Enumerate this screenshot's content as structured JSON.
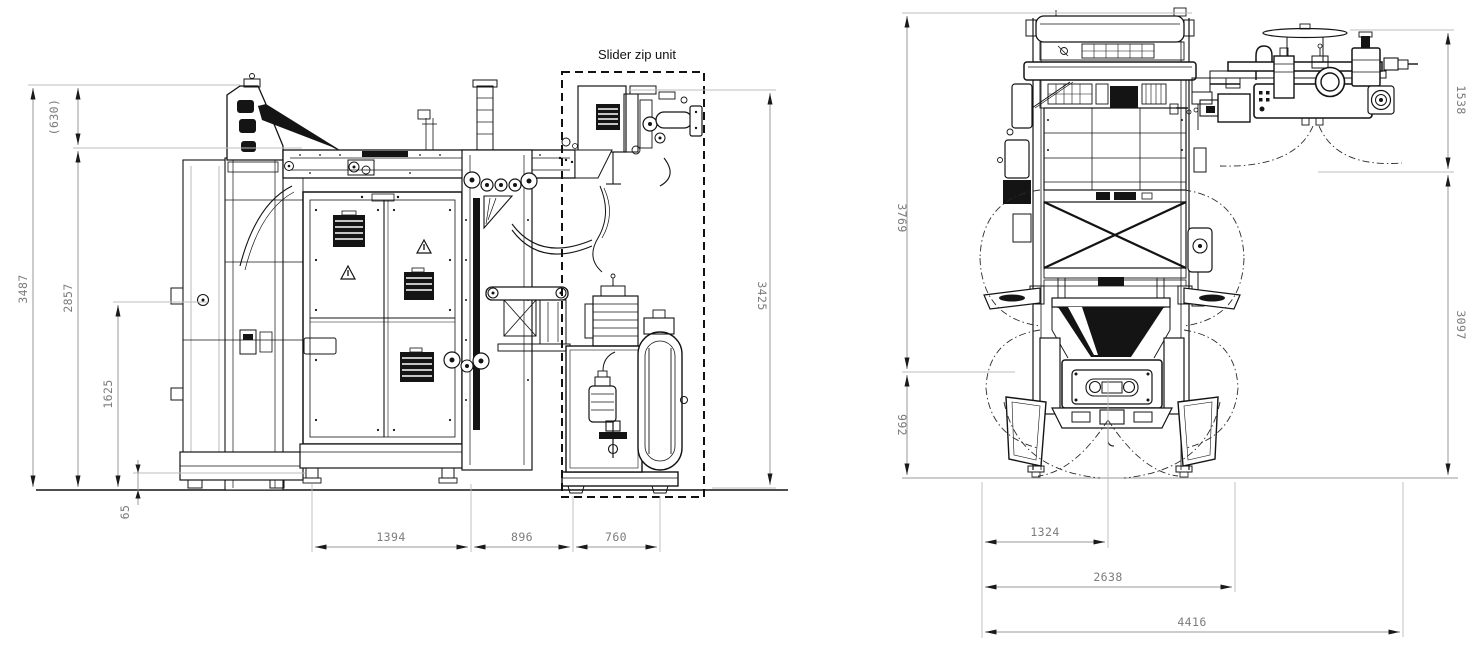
{
  "annotation": {
    "slider_zip_unit": "Slider zip unit"
  },
  "side_view": {
    "dims": {
      "overall_height": "3487",
      "upper_frame_height": "2857",
      "mid_height": "1625",
      "top_offset": "(630)",
      "base_clearance": "65",
      "zip_unit_height": "3425",
      "width_main": "1394",
      "width_mid": "896",
      "width_zip_unit": "760"
    }
  },
  "front_view": {
    "dims": {
      "body_height": "3769",
      "lower_section": "992",
      "zip_unit_top": "1538",
      "zip_unit_drop": "3097",
      "width_inner": "1324",
      "width_doors_open": "2638",
      "overall_width": "4416"
    }
  },
  "colors": {
    "ink": "#141414",
    "dimension_line": "#9a9a9a",
    "dimension_text": "#7c7c7c",
    "background": "#ffffff"
  }
}
